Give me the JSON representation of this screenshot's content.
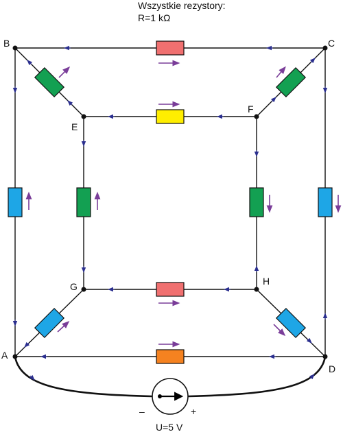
{
  "note": {
    "line1": "Wszystkie rezystory:",
    "line2": "R=1 kΩ"
  },
  "nodes": {
    "A": "A",
    "B": "B",
    "C": "C",
    "D": "D",
    "E": "E",
    "F": "F",
    "G": "G",
    "H": "H"
  },
  "source": {
    "minus": "–",
    "plus": "+",
    "label": "U=5 V"
  },
  "colors": {
    "wire": "#111111",
    "flow_arrow": "#2b2f8f",
    "current_arrow": "#7a3d99",
    "red": "#f07070",
    "green": "#13a052",
    "blue": "#1ea6e6",
    "yellow": "#ffee00",
    "orange": "#f58220"
  },
  "resistors": [
    {
      "id": "BC",
      "color": "red"
    },
    {
      "id": "EF",
      "color": "yellow"
    },
    {
      "id": "GH",
      "color": "red"
    },
    {
      "id": "AD",
      "color": "orange"
    },
    {
      "id": "AB",
      "color": "blue"
    },
    {
      "id": "DC",
      "color": "blue"
    },
    {
      "id": "GE",
      "color": "green"
    },
    {
      "id": "HF",
      "color": "green"
    },
    {
      "id": "BE",
      "color": "green"
    },
    {
      "id": "CF",
      "color": "green"
    },
    {
      "id": "AG",
      "color": "blue"
    },
    {
      "id": "DH",
      "color": "blue"
    }
  ]
}
